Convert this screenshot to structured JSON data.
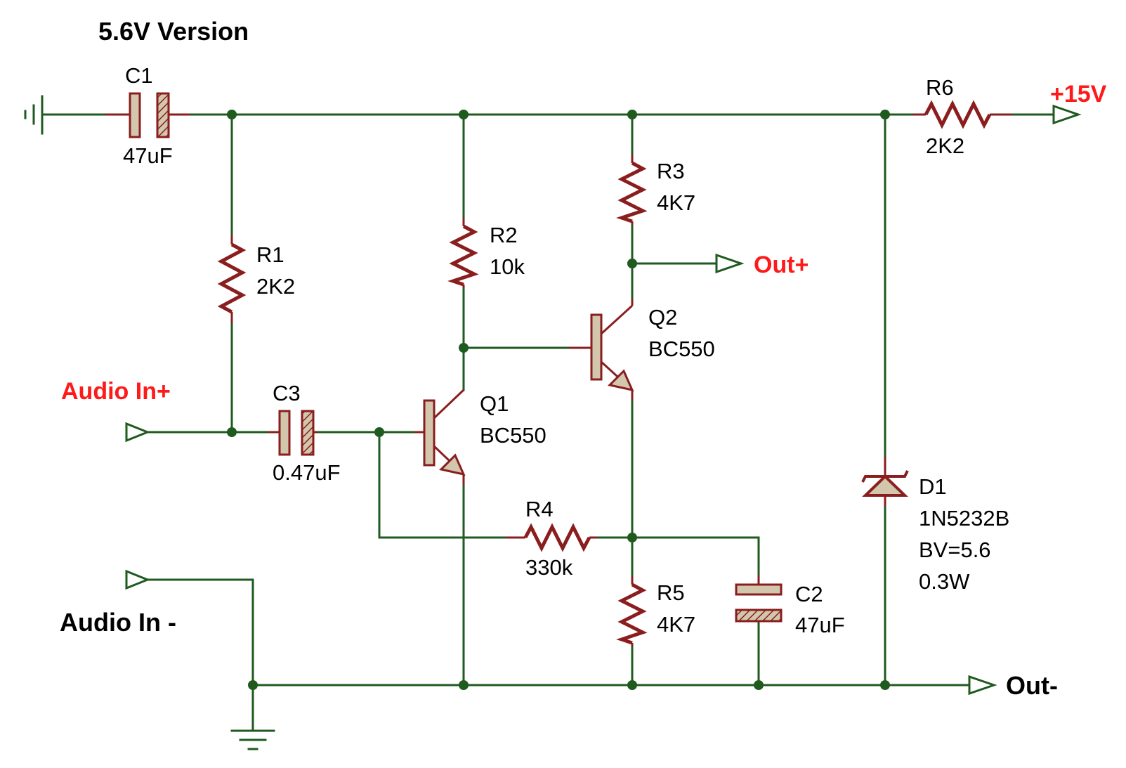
{
  "title": "5.6V Version",
  "ports": {
    "audio_in_plus": "Audio In+",
    "audio_in_minus": "Audio In -",
    "out_plus": "Out+",
    "out_minus": "Out-",
    "supply": "+15V"
  },
  "components": {
    "C1": {
      "ref": "C1",
      "value": "47uF"
    },
    "C2": {
      "ref": "C2",
      "value": "47uF"
    },
    "C3": {
      "ref": "C3",
      "value": "0.47uF"
    },
    "R1": {
      "ref": "R1",
      "value": "2K2"
    },
    "R2": {
      "ref": "R2",
      "value": "10k"
    },
    "R3": {
      "ref": "R3",
      "value": "4K7"
    },
    "R4": {
      "ref": "R4",
      "value": "330k"
    },
    "R5": {
      "ref": "R5",
      "value": "4K7"
    },
    "R6": {
      "ref": "R6",
      "value": "2K2"
    },
    "Q1": {
      "ref": "Q1",
      "value": "BC550"
    },
    "Q2": {
      "ref": "Q2",
      "value": "BC550"
    },
    "D1": {
      "ref": "D1",
      "value": "1N5232B",
      "bv": "BV=5.6",
      "power": "0.3W"
    }
  },
  "colors": {
    "wire": "#1f5a1f",
    "component": "#8a1e1e",
    "body_fill": "#d2c7ad",
    "port_label": "#ff1a1a"
  }
}
